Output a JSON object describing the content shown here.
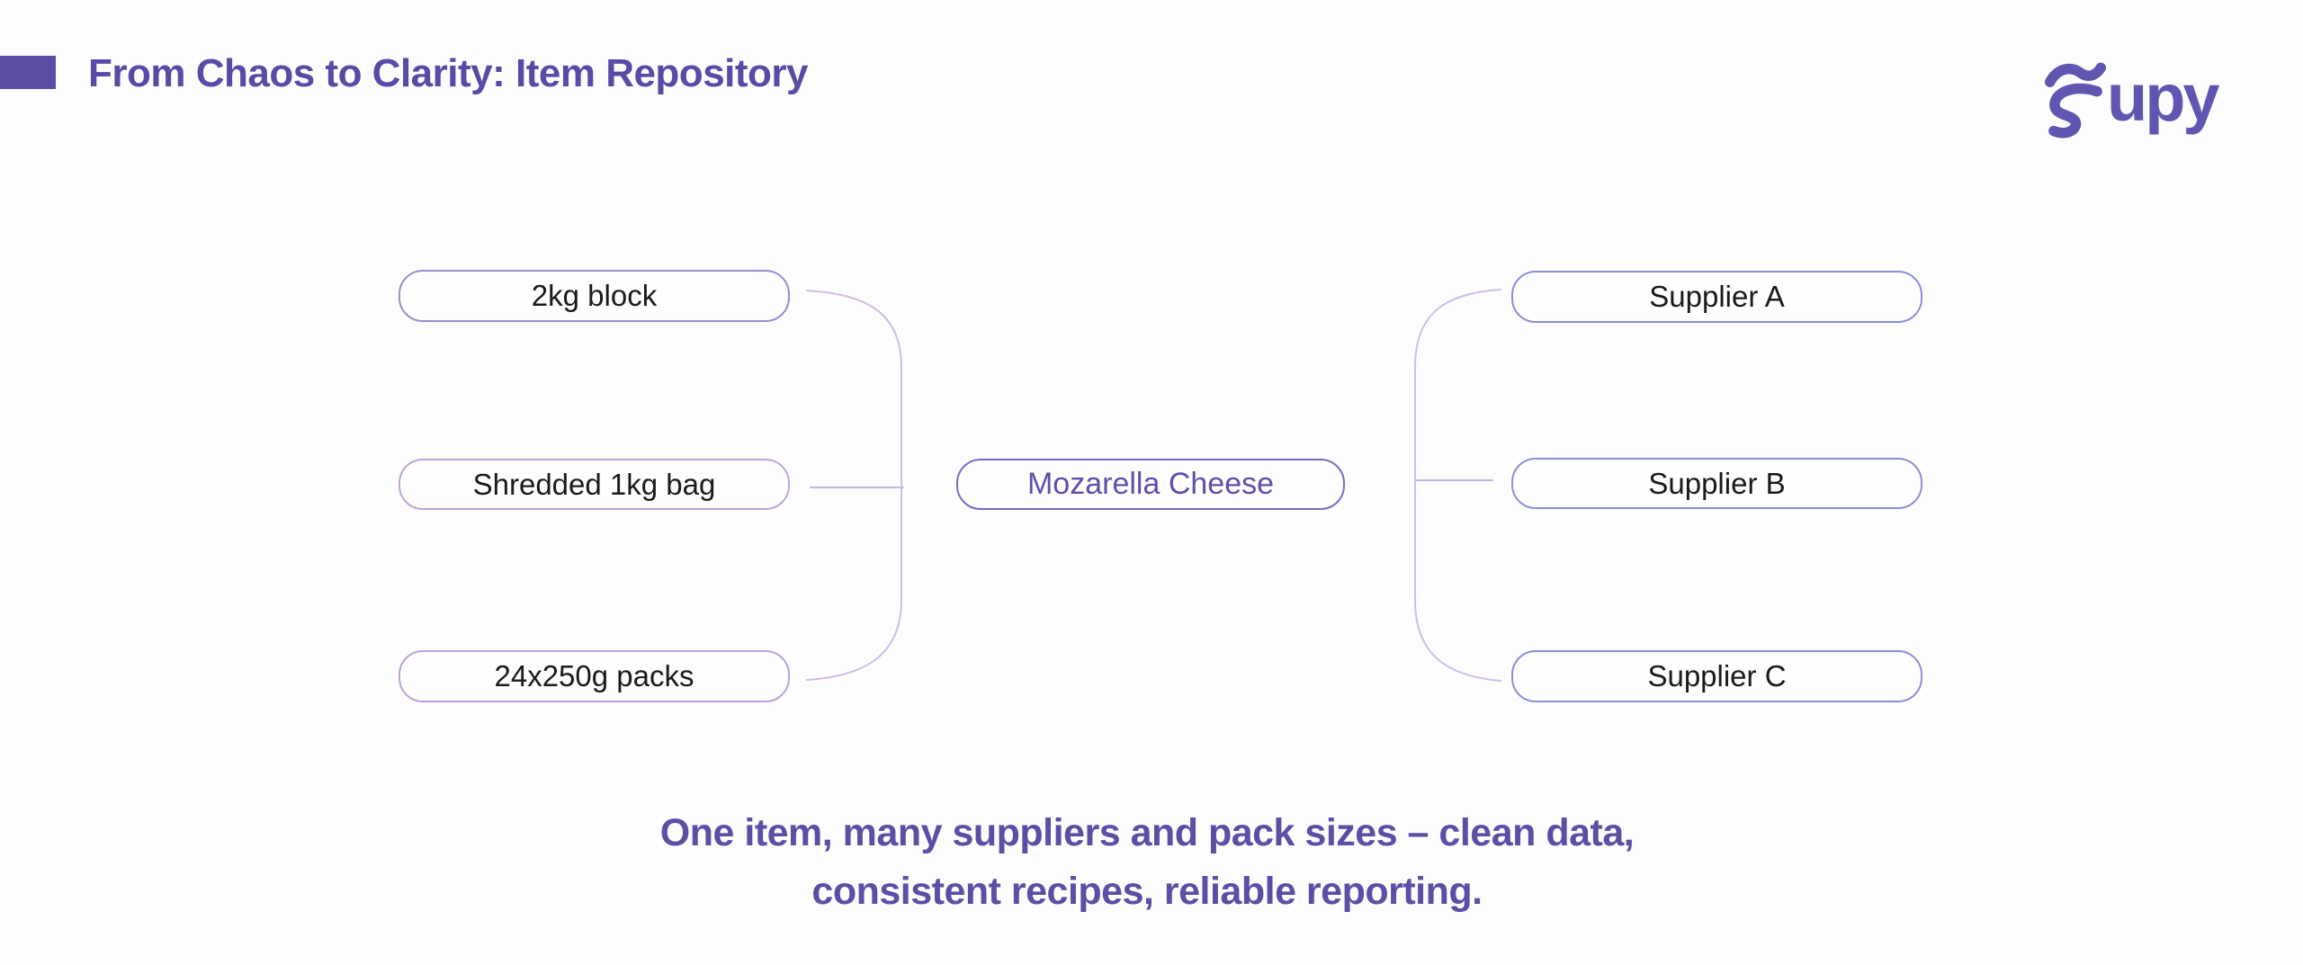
{
  "header": {
    "title": "From Chaos to Clarity: Item Repository",
    "logo_name": "Supy",
    "logo_text": "upy"
  },
  "diagram": {
    "item": {
      "label": "Mozarella Cheese"
    },
    "pack_sizes": [
      {
        "label": "2kg block"
      },
      {
        "label": "Shredded 1kg bag"
      },
      {
        "label": "24x250g packs"
      }
    ],
    "suppliers": [
      {
        "label": "Supplier A"
      },
      {
        "label": "Supplier B"
      },
      {
        "label": "Supplier C"
      }
    ]
  },
  "caption": {
    "line1": "One item, many suppliers and pack sizes – clean data,",
    "line2": "consistent recipes, reliable reporting."
  },
  "colors": {
    "background": "#fdfdfd",
    "brand_purple": "#5b4fa5",
    "logo_purple": "#6055b0",
    "item_border": "#7a6ac2",
    "item_text": "#5c50ab",
    "pack_size_border": "#bca0d8",
    "supplier_border": "#8d8dd8",
    "connector_line": "#cfbce7",
    "node_text": "#1a1a1a"
  }
}
